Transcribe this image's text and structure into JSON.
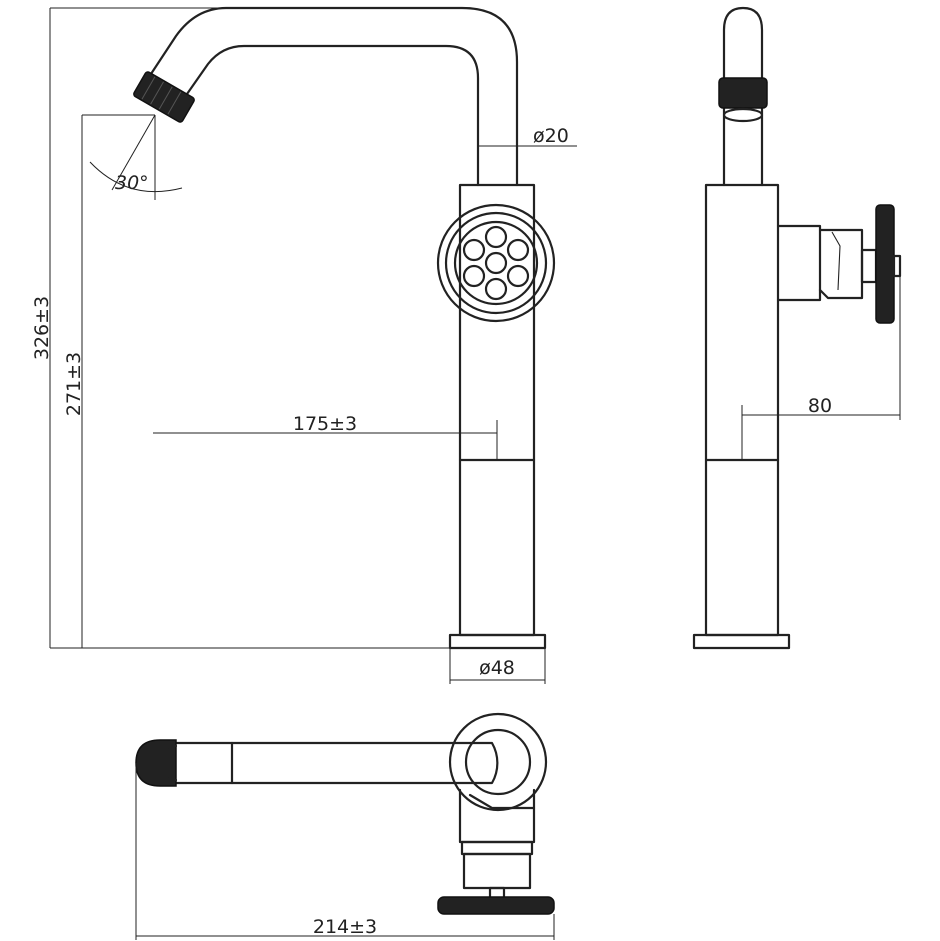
{
  "dimensions": {
    "total_height": "326±3",
    "outlet_height": "271±3",
    "spout_reach": "175±3",
    "pipe_diameter": "ø20",
    "angle": "30°",
    "base_diameter": "ø48",
    "handle_projection": "80",
    "top_length": "214±3"
  },
  "colors": {
    "line": "#222222",
    "background": "#ffffff"
  }
}
